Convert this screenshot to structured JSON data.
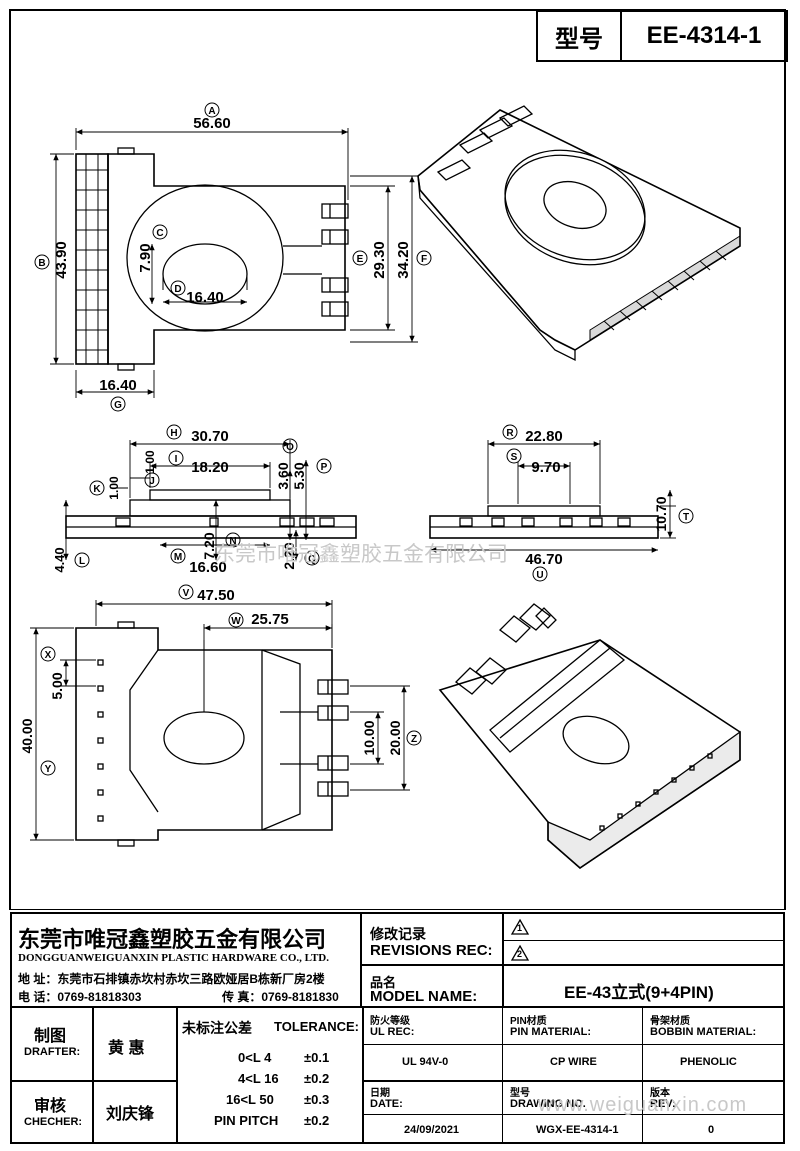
{
  "header": {
    "model_label": "型号",
    "model_value": "EE-4314-1"
  },
  "dims": {
    "top_view": {
      "A_label": "A",
      "A_value": "56.60",
      "B_label": "B",
      "B_value": "43.90",
      "C_label": "C",
      "C_value": "7.90",
      "D_label": "D",
      "D_value": "16.40",
      "E_label": "E",
      "E_value": "29.30",
      "F_label": "F",
      "F_value": "34.20",
      "G_label": "G",
      "G_value": "16.40"
    },
    "side_view": {
      "H_label": "H",
      "H_value": "30.70",
      "I_label": "I",
      "I_value": "18.20",
      "J_label": "J",
      "J_value": "1.00",
      "K_label": "K",
      "K_value": "1.00",
      "L_label": "L",
      "L_value": "4.40",
      "M_label": "M",
      "M_value": "16.60",
      "N_label": "N",
      "N_value": "7.20",
      "O_label": "O",
      "O_value": "3.60",
      "P_label": "P",
      "P_value": "5.30",
      "Q_label": "Q",
      "Q_value": "2.20"
    },
    "front_view": {
      "R_label": "R",
      "R_value": "22.80",
      "S_label": "S",
      "S_value": "9.70",
      "T_label": "T",
      "T_value": "10.70",
      "U_label": "U",
      "U_value": "46.70"
    },
    "bottom_view": {
      "V_label": "V",
      "V_value": "47.50",
      "W_label": "W",
      "W_value": "25.75",
      "X_label": "X",
      "X_value": "5.00",
      "Y_label": "Y",
      "Y_value": "40.00",
      "Z_label": "Z",
      "Z_value": "20.00",
      "inner_value": "10.00"
    }
  },
  "watermark": {
    "company": "东莞市唯冠鑫塑胶五金有限公司",
    "url": "www.weiguanxin.com"
  },
  "title_block": {
    "company_cn": "东莞市唯冠鑫塑胶五金有限公司",
    "company_en": "DONGGUANWEIGUANXIN PLASTIC HARDWARE CO., LTD.",
    "address": "地  址：东莞市石排镇赤坎村赤坎三路欧娅居B栋新厂房2楼",
    "phone": "电  话：0769-81818303",
    "fax": "传  真：0769-8181830",
    "revisions_cn": "修改记录",
    "revisions_en": "REVISIONS REC:",
    "rev1": "1",
    "rev2": "2",
    "model_name_cn": "品名",
    "model_name_en": "MODEL NAME:",
    "model_name_value": "EE-43立式(9+4PIN)",
    "drafter_cn": "制图",
    "drafter_en": "DRAFTER:",
    "drafter_name": "黄  惠",
    "checker_cn": "审核",
    "checker_en": "CHECHER:",
    "checker_name": "刘庆锋",
    "tolerance_cn": "未标注公差",
    "tolerance_en": "TOLERANCE:",
    "tolerance_rows": [
      {
        "range": "0<L   4",
        "tol": "±0.1"
      },
      {
        "range": "4<L  16",
        "tol": "±0.2"
      },
      {
        "range": "16<L  50",
        "tol": "±0.3"
      },
      {
        "range": "PIN PITCH",
        "tol": "±0.2"
      }
    ],
    "ul_cn": "防火等级",
    "ul_en": "UL REC:",
    "ul_value": "UL 94V-0",
    "pin_cn": "PIN材质",
    "pin_en": "PIN MATERIAL:",
    "pin_value": "CP WIRE",
    "bobbin_cn": "骨架材质",
    "bobbin_en": "BOBBIN MATERIAL:",
    "bobbin_value": "PHENOLIC",
    "date_cn": "日期",
    "date_en": "DATE:",
    "date_value": "24/09/2021",
    "dwg_cn": "型号",
    "dwg_en": "DRAWING NO.",
    "dwg_value": "WGX-EE-4314-1",
    "rev_cn": "版本",
    "rev_en": "REV:",
    "rev_value": "0"
  },
  "colors": {
    "line": "#000000",
    "paper": "#ffffff",
    "watermark": "#c8c8c8"
  }
}
